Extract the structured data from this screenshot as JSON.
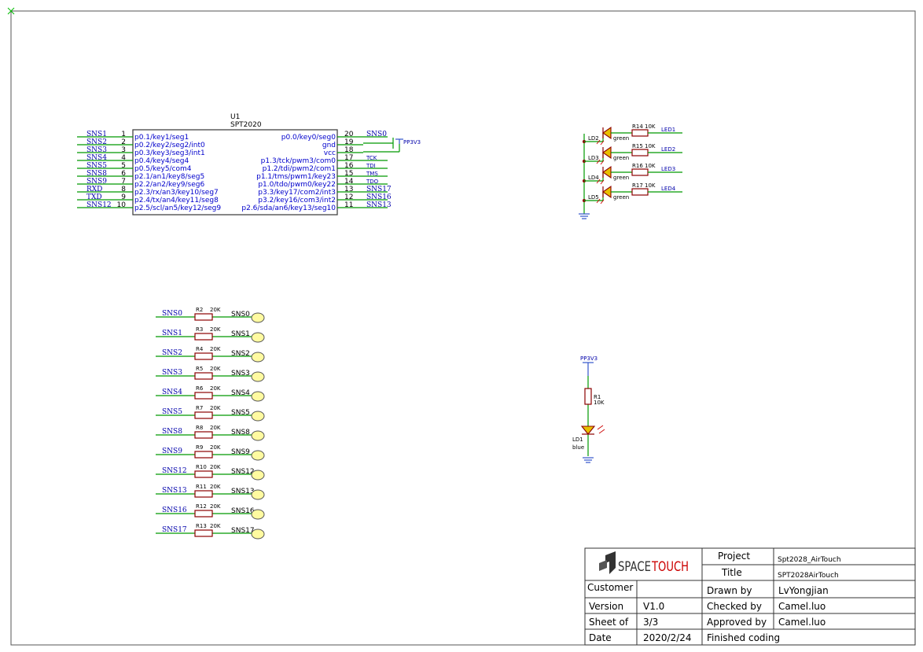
{
  "colors": {
    "wire": "#009900",
    "part": "#8b0000",
    "pin_text": "#0000cc",
    "net_label": "#0000aa",
    "ground": "#3355cc",
    "led_fill": "#e8c000",
    "pad_fill": "#fffaa0",
    "text": "#000000"
  },
  "ic": {
    "designator": "U1",
    "part": "SPT2020",
    "left_pins": [
      {
        "net": "SNS1",
        "num": "1",
        "name": "p0.1/key1/seg1"
      },
      {
        "net": "SNS2",
        "num": "2",
        "name": "p0.2/key2/seg2/int0"
      },
      {
        "net": "SNS3",
        "num": "3",
        "name": "p0.3/key3/seg3/int1"
      },
      {
        "net": "SNS4",
        "num": "4",
        "name": "p0.4/key4/seg4"
      },
      {
        "net": "SNS5",
        "num": "5",
        "name": "p0.5/key5/com4"
      },
      {
        "net": "SNS8",
        "num": "6",
        "name": "p2.1/an1/key8/seg5"
      },
      {
        "net": "SNS9",
        "num": "7",
        "name": "p2.2/an2/key9/seg6"
      },
      {
        "net": "RXD",
        "num": "8",
        "name": "p2.3/rx/an3/key10/seg7"
      },
      {
        "net": "TXD",
        "num": "9",
        "name": "p2.4/tx/an4/key11/seg8"
      },
      {
        "net": "SNS12",
        "num": "10",
        "name": "p2.5/scl/an5/key12/seg9"
      }
    ],
    "right_pins": [
      {
        "num": "20",
        "name": "p0.0/key0/seg0",
        "net": "SNS0"
      },
      {
        "num": "19",
        "name": "gnd",
        "net": ""
      },
      {
        "num": "18",
        "name": "vcc",
        "net": ""
      },
      {
        "num": "17",
        "name": "p1.3/tck/pwm3/com0",
        "net": "TCK"
      },
      {
        "num": "16",
        "name": "p1.2/tdi/pwm2/com1",
        "net": "TDI"
      },
      {
        "num": "15",
        "name": "p1.1/tms/pwm1/key23",
        "net": "TMS"
      },
      {
        "num": "14",
        "name": "p1.0/tdo/pwm0/key22",
        "net": "TDO"
      },
      {
        "num": "13",
        "name": "p3.3/key17/com2/int3",
        "net": "SNS17"
      },
      {
        "num": "12",
        "name": "p3.2/key16/com3/int2",
        "net": "SNS16"
      },
      {
        "num": "11",
        "name": "p2.6/sda/an6/key13/seg10",
        "net": "SNS13"
      }
    ],
    "power_label": "PP3V3"
  },
  "touch_pads": [
    {
      "net": "SNS0",
      "ref": "R2",
      "val": "20K",
      "pad": "SNS0"
    },
    {
      "net": "SNS1",
      "ref": "R3",
      "val": "20K",
      "pad": "SNS1"
    },
    {
      "net": "SNS2",
      "ref": "R4",
      "val": "20K",
      "pad": "SNS2"
    },
    {
      "net": "SNS3",
      "ref": "R5",
      "val": "20K",
      "pad": "SNS3"
    },
    {
      "net": "SNS4",
      "ref": "R6",
      "val": "20K",
      "pad": "SNS4"
    },
    {
      "net": "SNS5",
      "ref": "R7",
      "val": "20K",
      "pad": "SNS5"
    },
    {
      "net": "SNS8",
      "ref": "R8",
      "val": "20K",
      "pad": "SNS8"
    },
    {
      "net": "SNS9",
      "ref": "R9",
      "val": "20K",
      "pad": "SNS9"
    },
    {
      "net": "SNS12",
      "ref": "R10",
      "val": "20K",
      "pad": "SNS12"
    },
    {
      "net": "SNS13",
      "ref": "R11",
      "val": "20K",
      "pad": "SNS13"
    },
    {
      "net": "SNS16",
      "ref": "R12",
      "val": "20K",
      "pad": "SNS16"
    },
    {
      "net": "SNS17",
      "ref": "R13",
      "val": "20K",
      "pad": "SNS17"
    }
  ],
  "led_array": [
    {
      "led": "LD2",
      "color": "green",
      "res": "R14 10K",
      "net": "LED1"
    },
    {
      "led": "LD3",
      "color": "green",
      "res": "R15 10K",
      "net": "LED2"
    },
    {
      "led": "LD4",
      "color": "green",
      "res": "R16 10K",
      "net": "LED3"
    },
    {
      "led": "LD5",
      "color": "green",
      "res": "R17 10K",
      "net": "LED4"
    }
  ],
  "power_led": {
    "supply": "PP3V3",
    "res_ref": "R1",
    "res_val": "10K",
    "led_ref": "LD1",
    "led_color": "blue"
  },
  "title_block": {
    "logo_a": "SPACE",
    "logo_b": "TOUCH",
    "project_label": "Project",
    "project_value": "Spt2028_AirTouch",
    "title_label": "Title",
    "title_value": "SPT2028AirTouch",
    "customer_label": "Customer",
    "customer_value": "",
    "drawn_label": "Drawn by",
    "drawn_value": "LvYongjian",
    "version_label": "Version",
    "version_value": "V1.0",
    "checked_label": "Checked by",
    "checked_value": "Camel.luo",
    "sheet_label": "Sheet of",
    "sheet_value": "3/3",
    "approved_label": "Approved by",
    "approved_value": "Camel.luo",
    "date_label": "Date",
    "date_value": "2020/2/24",
    "finished_label": "Finished coding",
    "finished_value": ""
  }
}
